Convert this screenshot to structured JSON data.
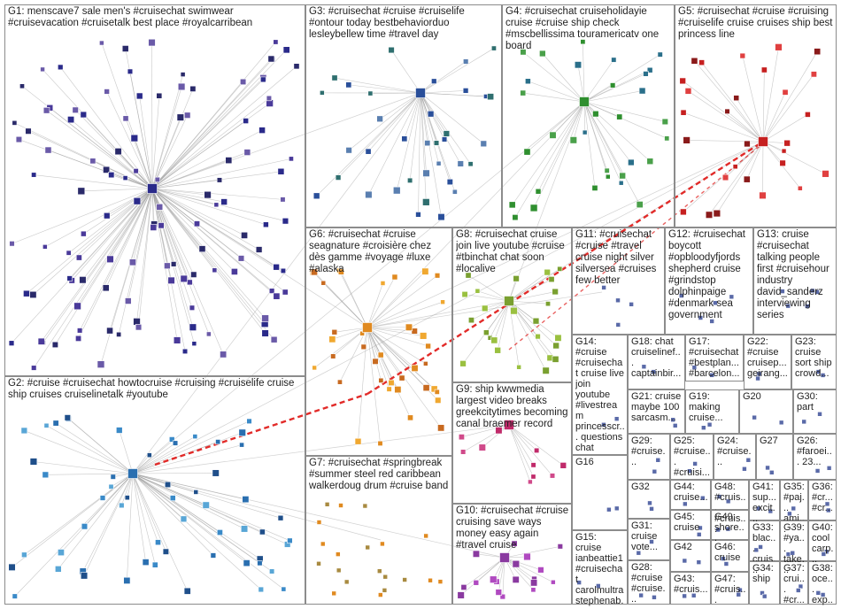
{
  "colors": {
    "edge": "#9a9a9a",
    "box_border": "#8c8c8c",
    "highlight_edge": "#e0201e",
    "g1_node": "#2a2a8a",
    "g5_node": "#c62020",
    "g4_node": "#2f8f2f",
    "g3_node": "#2a4f9a",
    "g2_node": "#2a6fb0",
    "g6_node": "#e08a20",
    "g8_node": "#7aa030",
    "g9_node": "#c02a6a"
  },
  "groups": [
    {
      "id": "G1",
      "label": "G1: menscave7 sale men's #cruisechat swimwear #cruisevacation #cruisetalk best place #royalcarribean"
    },
    {
      "id": "G2",
      "label": "G2: #cruise #cruisechat howtocruise #cruising #cruiselife cruise ship cruises cruiselinetalk #youtube"
    },
    {
      "id": "G3",
      "label": "G3: #cruisechat #cruise #cruiselife #ontour today bestbehaviorduo lesleybellew time #travel day"
    },
    {
      "id": "G4",
      "label": "G4: #cruisechat cruiseholidayie cruise #cruise ship check #mscbellissima touramericatv one board"
    },
    {
      "id": "G5",
      "label": "G5: #cruisechat #cruise #cruising #cruiselife cruise cruises ship best princess line"
    },
    {
      "id": "G6",
      "label": "G6: #cruisechat #cruise seagnature #croisière chez dès gamme #voyage #luxe #alaska"
    },
    {
      "id": "G7",
      "label": "G7: #cruisechat #springbreak #summer steel red caribbean walkerdoug drum #cruise band"
    },
    {
      "id": "G8",
      "label": "G8: #cruisechat cruise join live youtube #cruise #tbinchat chat soon #localive"
    },
    {
      "id": "G9",
      "label": "G9: ship kwwmedia largest video breaks greekcitytimes becoming canal braemer record"
    },
    {
      "id": "G10",
      "label": "G10: #cruisechat #cruise cruising save ways money easy again #travel cruise"
    },
    {
      "id": "G11",
      "label": "G11: #cruisechat #cruise #travel cruise night silver silversea #cruises few better"
    },
    {
      "id": "G12",
      "label": "G12: #cruisechat boycott #opbloodyfjords shepherd cruise #grindstop dolphinpaige #denmark sea government"
    },
    {
      "id": "G13",
      "label": "G13: cruise #cruisechat talking people first #cruisehour industry david_sanderz interviewing series"
    },
    {
      "id": "G14",
      "label": "G14: #cruise #cruisechat cruise live join youtube #livestream princesscr... questions chat"
    },
    {
      "id": "G15",
      "label": "G15: cruise ianbeattie1 #cruisechat carolmultra stephenab..."
    },
    {
      "id": "G16",
      "label": "G16"
    },
    {
      "id": "G17",
      "label": "G17: #cruisechat #bestplan... #barcelon..."
    },
    {
      "id": "G18",
      "label": "G18: chat cruiselinef... captainbir..."
    },
    {
      "id": "G19",
      "label": "G19: making cruise..."
    },
    {
      "id": "G20",
      "label": "G20"
    },
    {
      "id": "G21",
      "label": "G21: cruise maybe 100 sarcasm..."
    },
    {
      "id": "G22",
      "label": "G22: #cruise cruisep... geirang..."
    },
    {
      "id": "G23",
      "label": "G23: cruise sort ship crowd..."
    },
    {
      "id": "G24",
      "label": "G24: #cruise..."
    },
    {
      "id": "G25",
      "label": "G25: #cruise... #cruisi..."
    },
    {
      "id": "G26",
      "label": "G26: #faroei... 23..."
    },
    {
      "id": "G27",
      "label": "G27"
    },
    {
      "id": "G28",
      "label": "G28: #cruise #cruise..."
    },
    {
      "id": "G29",
      "label": "G29: #cruise..."
    },
    {
      "id": "G30",
      "label": "G30: part"
    },
    {
      "id": "G31",
      "label": "G31: cruise vote..."
    },
    {
      "id": "G32",
      "label": "G32"
    },
    {
      "id": "G33",
      "label": "G33: blac... cruis..."
    },
    {
      "id": "G34",
      "label": "G34: ship"
    },
    {
      "id": "G35",
      "label": "G35: #paj... ami..."
    },
    {
      "id": "G36",
      "label": "G36: #cr... #cr..."
    },
    {
      "id": "G37",
      "label": "G37: crui... #cr..."
    },
    {
      "id": "G38",
      "label": "G38: oce... exp..."
    },
    {
      "id": "G39",
      "label": "G39: #ya... take..."
    },
    {
      "id": "G40",
      "label": "G40: cool carp..."
    },
    {
      "id": "G41",
      "label": "G41: sup... excit..."
    },
    {
      "id": "G42",
      "label": "G42"
    },
    {
      "id": "G43",
      "label": "G43: #cruis..."
    },
    {
      "id": "G44",
      "label": "G44: cruise..."
    },
    {
      "id": "G45",
      "label": "G45: cruise"
    },
    {
      "id": "G46",
      "label": "G46: cruise"
    },
    {
      "id": "G47",
      "label": "G47: #cruis..."
    },
    {
      "id": "G48",
      "label": "G48: #cruis... #cruis..."
    },
    {
      "id": "G49",
      "label": "G49: shore..."
    }
  ]
}
